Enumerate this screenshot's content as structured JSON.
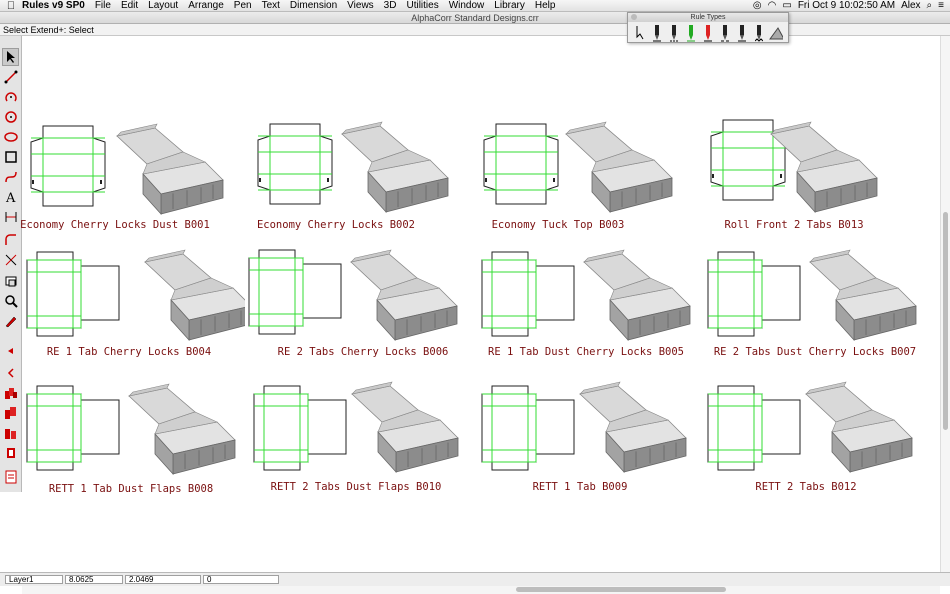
{
  "menubar": {
    "app_name": "Rules v9 SP0",
    "items": [
      "File",
      "Edit",
      "Layout",
      "Arrange",
      "Pen",
      "Text",
      "Dimension",
      "Views",
      "3D",
      "Utilities",
      "Window",
      "Library",
      "Help"
    ],
    "clock": "Fri Oct 9  10:02:50 AM",
    "user": "Alex"
  },
  "window": {
    "title": "AlphaCorr Standard Designs.crr"
  },
  "status": {
    "hint": "Select Extend+: Select"
  },
  "rule_types": {
    "title": "Rule Types"
  },
  "designs": [
    {
      "label": "Economy Cherry Locks Dust B001"
    },
    {
      "label": "Economy Cherry Locks B002"
    },
    {
      "label": "Economy Tuck Top B003"
    },
    {
      "label": "Roll Front 2 Tabs B013"
    },
    {
      "label": "RE 1 Tab Cherry Locks B004"
    },
    {
      "label": "RE 2 Tabs Cherry Locks B006"
    },
    {
      "label": "RE 1 Tab Dust Cherry Locks B005"
    },
    {
      "label": "RE 2 Tabs Dust Cherry Locks B007"
    },
    {
      "label": "RETT 1 Tab Dust Flaps B008"
    },
    {
      "label": "RETT 2 Tabs Dust Flaps B010"
    },
    {
      "label": "RETT 1 Tab B009"
    },
    {
      "label": "RETT 2 Tabs B012"
    }
  ],
  "bottom": {
    "layer": "Layer1",
    "x": "8.0625",
    "y": "2.0469",
    "angle": "0"
  },
  "colors": {
    "label": "#7a1010",
    "crease": "#33dd33",
    "cut": "#222222",
    "box": "#c8c8c8"
  }
}
